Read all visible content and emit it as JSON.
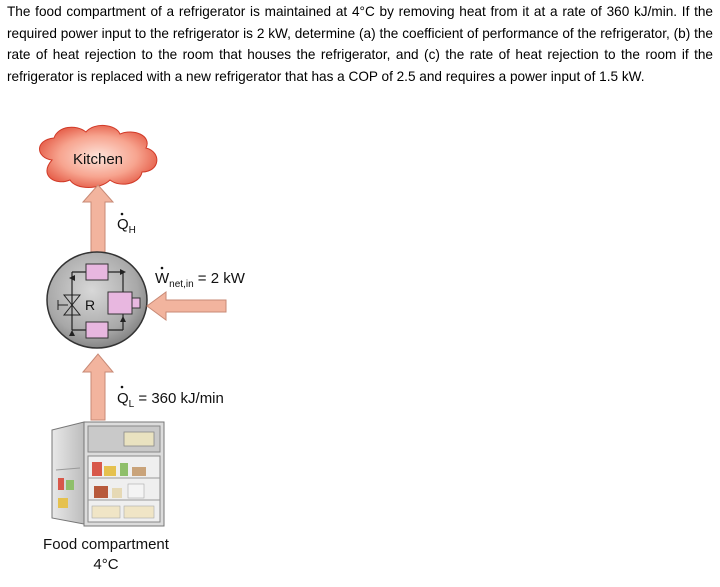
{
  "problem": {
    "text": "The food compartment of a refrigerator is maintained at 4°C by removing heat from it at a rate of 360 kJ/min. If the required power input to the refrigerator is 2 kW, determine (a) the coefficient of performance of the refrigerator, (b) the rate of heat rejection to the room that houses the refrigerator, and (c) the rate of heat rejection to the room if the refrigerator is replaced with a new refrigerator that has a COP of 2.5 and requires a power input of 1.5 kW."
  },
  "diagram": {
    "kitchen_label": "Kitchen",
    "qh_symbol": "Q",
    "qh_subscript": "H",
    "w_symbol": "W",
    "w_subscript": "net,in",
    "w_value": " = 2 kW",
    "ql_symbol": "Q",
    "ql_subscript": "L",
    "ql_value": " = 360 kJ/min",
    "r_label": "R",
    "food_label": "Food compartment",
    "temp_label": "4°C",
    "colors": {
      "cloud": "#e8503e",
      "cloud_inner": "#fbd3c8",
      "arrow": "#f2b49e",
      "arrow_stroke": "#c88a76",
      "device": "#b0b0b0",
      "component": "#e8b7e0"
    }
  }
}
